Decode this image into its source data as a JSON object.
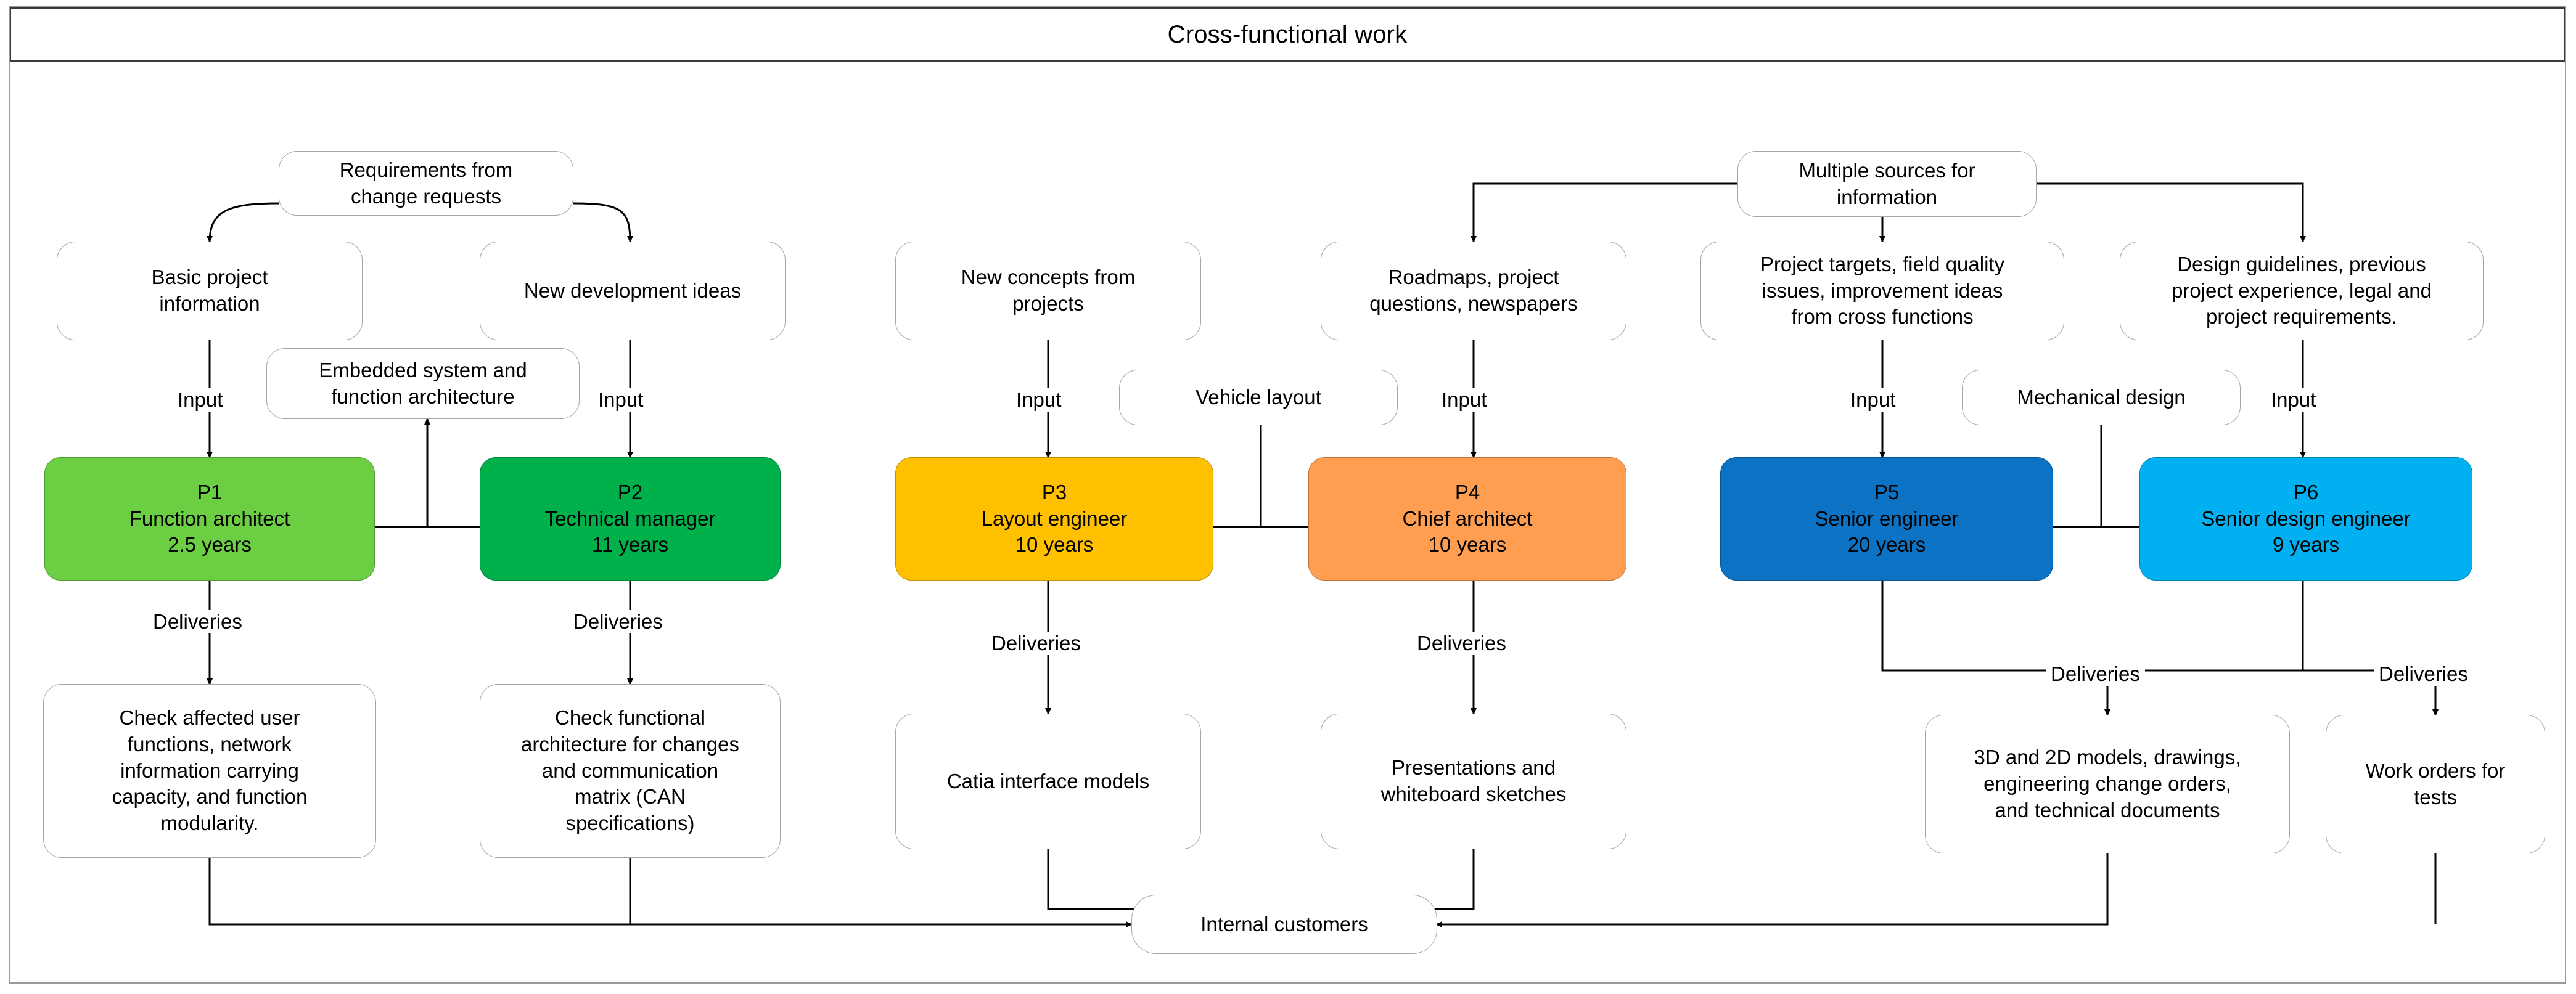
{
  "header": {
    "title": "Cross-functional work"
  },
  "colors": {
    "p1": "#6CCE42",
    "p2": "#00B04B",
    "p3": "#FFC000",
    "p4": "#FF9E51",
    "p5": "#0B72C4",
    "p6": "#00B0F0",
    "box_border": "#a6a6a6",
    "line": "#000000",
    "frame": "#9a9a9a"
  },
  "edge_labels": {
    "input": "Input",
    "deliveries": "Deliveries"
  },
  "inputs": {
    "requirements_change_requests": "Requirements from\nchange requests",
    "basic_project_information": "Basic project\ninformation",
    "new_development_ideas": "New development ideas",
    "new_concepts_from_projects": "New concepts from\nprojects",
    "roadmaps_project_questions": "Roadmaps, project\nquestions, newspapers",
    "multiple_sources_for_information": "Multiple sources for\ninformation",
    "project_targets_field_quality": "Project targets, field quality\nissues, improvement ideas\nfrom cross functions",
    "design_guidelines_previous": "Design guidelines, previous\nproject experience, legal and\nproject requirements."
  },
  "interfaces": {
    "embedded_system": "Embedded system and\nfunction architecture",
    "vehicle_layout": "Vehicle layout",
    "mechanical_design": "Mechanical design"
  },
  "roles": [
    {
      "id": "P1",
      "code": "P1",
      "title": "Function architect",
      "years": "2.5 years",
      "color": "#6CCE42"
    },
    {
      "id": "P2",
      "code": "P2",
      "title": "Technical manager",
      "years": "11 years",
      "color": "#00B04B"
    },
    {
      "id": "P3",
      "code": "P3",
      "title": "Layout engineer",
      "years": "10 years",
      "color": "#FFC000"
    },
    {
      "id": "P4",
      "code": "P4",
      "title": "Chief architect",
      "years": "10 years",
      "color": "#FF9E51"
    },
    {
      "id": "P5",
      "code": "P5",
      "title": "Senior engineer",
      "years": "20 years",
      "color": "#0B72C4"
    },
    {
      "id": "P6",
      "code": "P6",
      "title": "Senior design engineer",
      "years": "9 years",
      "color": "#00B0F0"
    }
  ],
  "deliveries": {
    "p1_out": "Check affected user\nfunctions, network\ninformation carrying\ncapacity, and function\nmodularity.",
    "p2_out": "Check functional\narchitecture for changes\nand communication\nmatrix (CAN\nspecifications)",
    "p3_out": "Catia interface models",
    "p4_out": "Presentations and\nwhiteboard sketches",
    "p5_out": "3D and 2D models, drawings,\nengineering change orders,\nand technical documents",
    "p6_out": "Work orders for\ntests"
  },
  "sink": {
    "internal_customers": "Internal customers"
  }
}
